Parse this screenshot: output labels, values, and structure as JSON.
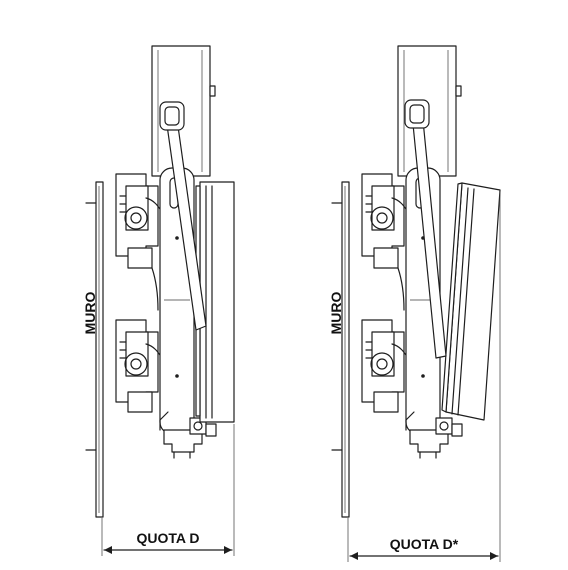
{
  "diagram": {
    "left": {
      "wall_label": "MURO",
      "dimension_label": "QUOTA D"
    },
    "right": {
      "wall_label": "MURO",
      "dimension_label": "QUOTA D*"
    },
    "colors": {
      "line": "#1e1e1e",
      "background": "#ffffff"
    }
  }
}
